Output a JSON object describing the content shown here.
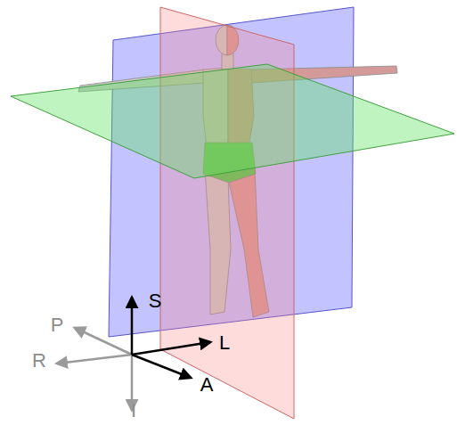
{
  "diagram": {
    "labels": [
      "S",
      "L",
      "A",
      "P",
      "R",
      "I"
    ]
  }
}
